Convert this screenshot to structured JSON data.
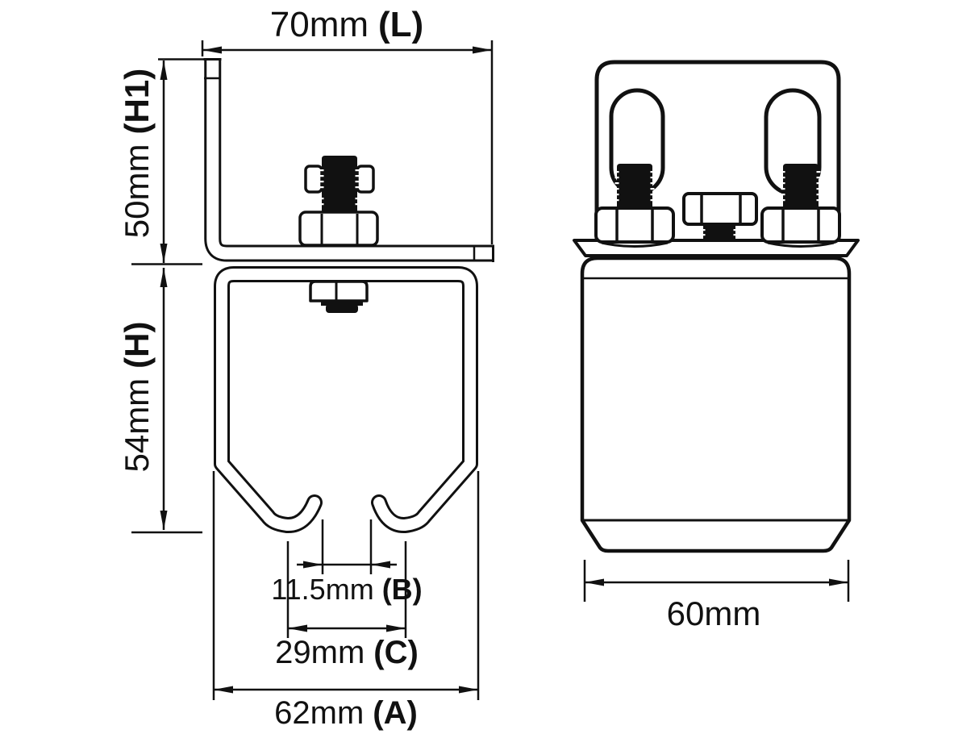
{
  "diagram": {
    "type": "technical-dimension-drawing",
    "subject": "sliding-gate-track-channel-with-mounting-bracket",
    "colors": {
      "ink": "#111111",
      "background": "#ffffff"
    },
    "views": [
      {
        "id": "front",
        "description": "channel cross-section with L-bracket and bolt"
      },
      {
        "id": "side",
        "description": "side elevation with bracket plate, slots and bolts"
      }
    ],
    "dims": {
      "L": {
        "value": "70mm",
        "label": "(L)"
      },
      "H1": {
        "value": "50mm",
        "label": "(H1)"
      },
      "H": {
        "value": "54mm",
        "label": "(H)"
      },
      "B": {
        "value": "11.5mm",
        "label": "(B)"
      },
      "C": {
        "value": "29mm",
        "label": "(C)"
      },
      "A": {
        "value": "62mm",
        "label": "(A)"
      },
      "W": {
        "value": "60mm",
        "label": ""
      }
    }
  }
}
